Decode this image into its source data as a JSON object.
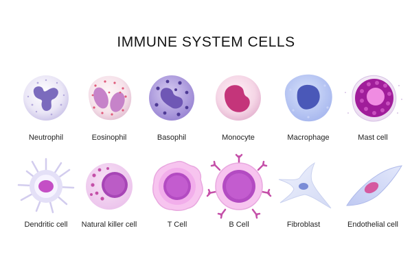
{
  "title": "IMMUNE SYSTEM CELLS",
  "cells": [
    {
      "label": "Neutrophil"
    },
    {
      "label": "Eosinophil"
    },
    {
      "label": "Basophil"
    },
    {
      "label": "Monocyte"
    },
    {
      "label": "Macrophage"
    },
    {
      "label": "Mast cell"
    },
    {
      "label": "Dendritic cell"
    },
    {
      "label": "Natural killer cell"
    },
    {
      "label": "T Cell"
    },
    {
      "label": "B Cell"
    },
    {
      "label": "Fibroblast"
    },
    {
      "label": "Endothelial cell"
    }
  ]
}
